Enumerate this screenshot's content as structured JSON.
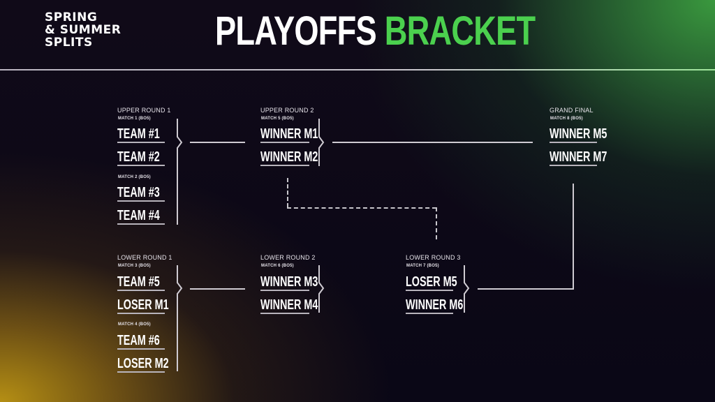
{
  "header": {
    "subtitle_lines": [
      "SPRING",
      "& SUMMER",
      "SPLITS"
    ],
    "title_white": "PLAYOFFS",
    "title_green": "BRACKET",
    "accent_green": "#4bd04e"
  },
  "bracket": {
    "upper_round_1": {
      "label": "UPPER ROUND 1",
      "matches": [
        {
          "label": "MATCH 1 (BO5)",
          "teams": [
            "TEAM #1",
            "TEAM #2"
          ]
        },
        {
          "label": "MATCH 2 (BO5)",
          "teams": [
            "TEAM #3",
            "TEAM #4"
          ]
        }
      ]
    },
    "upper_round_2": {
      "label": "UPPER ROUND 2",
      "matches": [
        {
          "label": "MATCH 5 (BO5)",
          "teams": [
            "WINNER M1",
            "WINNER M2"
          ]
        }
      ]
    },
    "grand_final": {
      "label": "GRAND FINAL",
      "matches": [
        {
          "label": "MATCH 8 (BO5)",
          "teams": [
            "WINNER M5",
            "WINNER M7"
          ]
        }
      ]
    },
    "lower_round_1": {
      "label": "LOWER ROUND 1",
      "matches": [
        {
          "label": "MATCH 3 (BO5)",
          "teams": [
            "TEAM #5",
            "LOSER M1"
          ]
        },
        {
          "label": "MATCH 4 (BO5)",
          "teams": [
            "TEAM #6",
            "LOSER M2"
          ]
        }
      ]
    },
    "lower_round_2": {
      "label": "LOWER ROUND 2",
      "matches": [
        {
          "label": "MATCH 6 (BO5)",
          "teams": [
            "WINNER M3",
            "WINNER M4"
          ]
        }
      ]
    },
    "lower_round_3": {
      "label": "LOWER ROUND 3",
      "matches": [
        {
          "label": "MATCH 7 (BO5)",
          "teams": [
            "LOSER M5",
            "WINNER M6"
          ]
        }
      ]
    }
  }
}
